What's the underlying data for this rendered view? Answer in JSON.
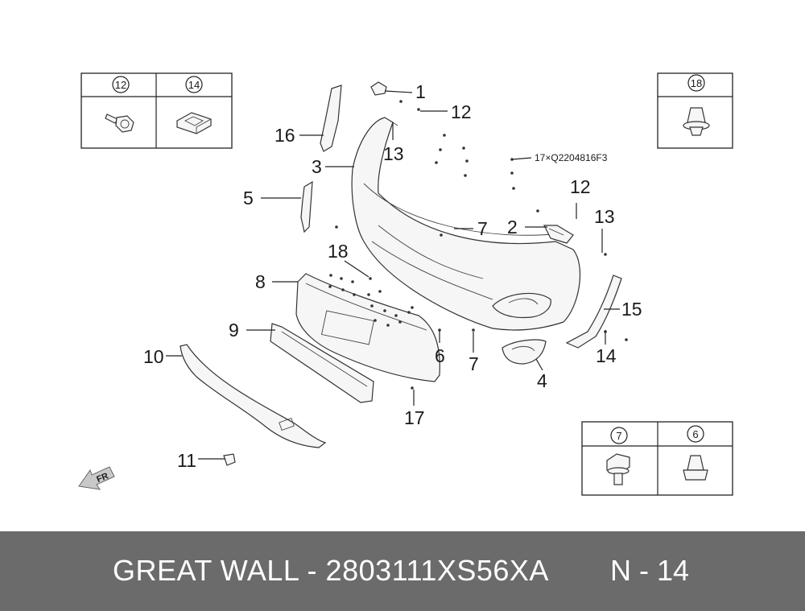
{
  "callouts": {
    "c1": "1",
    "c12a": "12",
    "c16": "16",
    "c13a": "13",
    "c3": "3",
    "c5": "5",
    "c12b": "12",
    "c13b": "13",
    "c7a": "7",
    "c2": "2",
    "c18": "18",
    "c8": "8",
    "c15": "15",
    "c9": "9",
    "c6": "6",
    "c7b": "7",
    "c14": "14",
    "c10": "10",
    "c4": "4",
    "c17": "17",
    "c11": "11"
  },
  "note": "17×Q2204816F3",
  "legend_top_left": {
    "a": "12",
    "b": "14"
  },
  "legend_top_right": {
    "a": "18"
  },
  "legend_bottom_right": {
    "a": "7",
    "b": "6"
  },
  "direction_label": "FR",
  "footer": {
    "title": "GREAT WALL - 2803111XS56XA",
    "page": "N - 14"
  }
}
